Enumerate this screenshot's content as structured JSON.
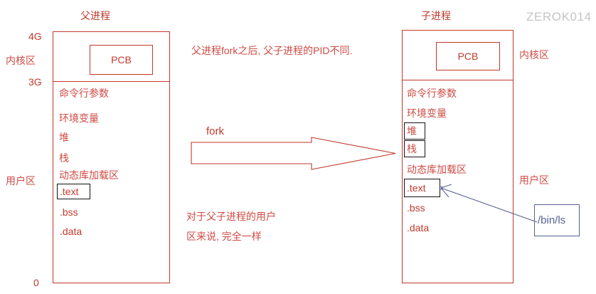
{
  "watermark": "ZEROK014",
  "parent": {
    "title": "父进程",
    "scale_labels": {
      "top": "4G",
      "middle": "3G",
      "bottom": "0"
    },
    "zone_labels": {
      "kernel": "内核区",
      "user": "用户区"
    },
    "pcb_label": "PCB",
    "segments": [
      {
        "label": "命令行参数",
        "boxed": false
      },
      {
        "label": "环境变量",
        "boxed": false
      },
      {
        "label": "堆",
        "boxed": false
      },
      {
        "label": "栈",
        "boxed": false
      },
      {
        "label": "动态库加载区",
        "boxed": false
      },
      {
        "label": ".text",
        "boxed": true
      },
      {
        "label": ".bss",
        "boxed": false
      },
      {
        "label": ".data",
        "boxed": false
      }
    ]
  },
  "child": {
    "title": "子进程",
    "zone_labels": {
      "kernel": "内核区",
      "user": "用户区"
    },
    "pcb_label": "PCB",
    "segments": [
      {
        "label": "命令行参数",
        "boxed": false
      },
      {
        "label": "环境变量",
        "boxed": false
      },
      {
        "label": "堆",
        "boxed": true
      },
      {
        "label": "栈",
        "boxed": true
      },
      {
        "label": "动态库加载区",
        "boxed": false
      },
      {
        "label": ".text",
        "boxed": true
      },
      {
        "label": ".bss",
        "boxed": false
      },
      {
        "label": ".data",
        "boxed": false
      }
    ]
  },
  "middle": {
    "note_top": "父进程fork之后, 父子进程的PID不同.",
    "arrow_label": "fork",
    "note_bottom_line1": "对于父子进程的用户",
    "note_bottom_line2": "区来说, 完全一样"
  },
  "file_callout": {
    "label": "/bin/ls"
  },
  "colors": {
    "primary_red": "#c0392b",
    "text_red": "#cf4b45",
    "callout_blue": "#555f91",
    "watermark_gray": "#c4c4c4",
    "black_border": "#111111"
  }
}
